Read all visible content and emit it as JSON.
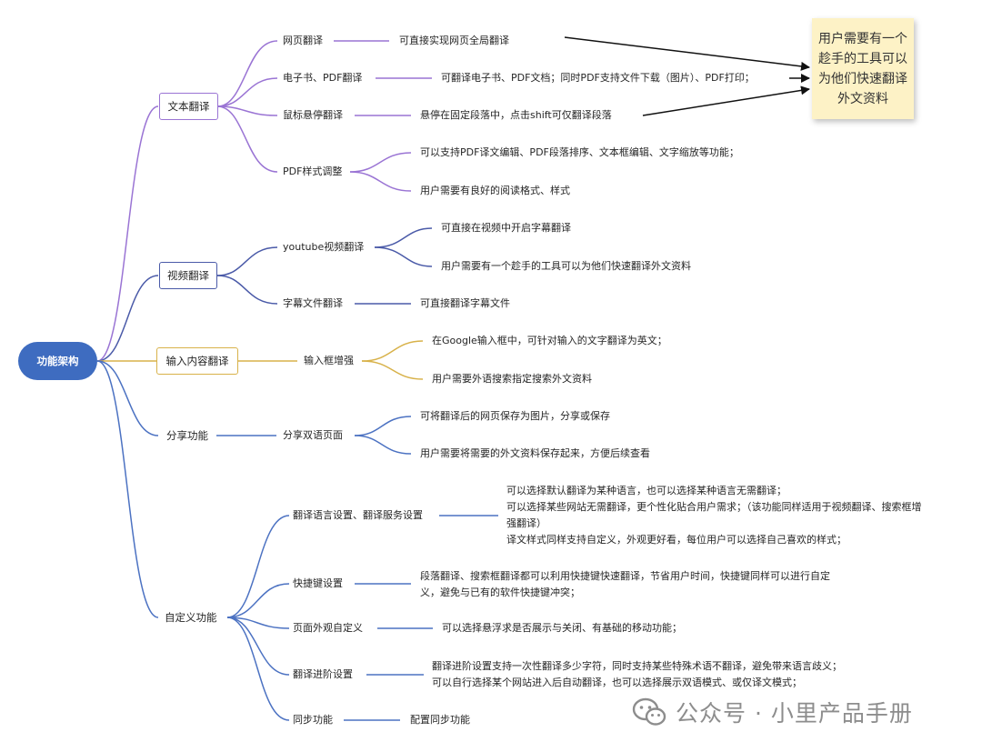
{
  "root": {
    "label": "功能架构"
  },
  "branches": {
    "text": {
      "label": "文本翻译",
      "items": [
        {
          "label": "网页翻译",
          "details": [
            "可直接实现网页全局翻译"
          ]
        },
        {
          "label": "电子书、PDF翻译",
          "details": [
            "可翻译电子书、PDF文档；同时PDF支持文件下载（图片）、PDF打印；"
          ]
        },
        {
          "label": "鼠标悬停翻译",
          "details": [
            "悬停在固定段落中，点击shift可仅翻译段落"
          ]
        },
        {
          "label": "PDF样式调整",
          "details": [
            "可以支持PDF译文编辑、PDF段落排序、文本框编辑、文字缩放等功能；",
            "用户需要有良好的阅读格式、样式"
          ]
        }
      ]
    },
    "video": {
      "label": "视频翻译",
      "items": [
        {
          "label": "youtube视频翻译",
          "details": [
            "可直接在视频中开启字幕翻译",
            "用户需要有一个趁手的工具可以为他们快速翻译外文资料"
          ]
        },
        {
          "label": "字幕文件翻译",
          "details": [
            "可直接翻译字幕文件"
          ]
        }
      ]
    },
    "input": {
      "label": "输入内容翻译",
      "items": [
        {
          "label": "输入框增强",
          "details": [
            "在Google输入框中，可针对输入的文字翻译为英文；",
            "用户需要外语搜索指定搜索外文资料"
          ]
        }
      ]
    },
    "share": {
      "label": "分享功能",
      "items": [
        {
          "label": "分享双语页面",
          "details": [
            "可将翻译后的网页保存为图片，分享或保存",
            "用户需要将需要的外文资料保存起来，方便后续查看"
          ]
        }
      ]
    },
    "custom": {
      "label": "自定义功能",
      "items": [
        {
          "label": "翻译语言设置、翻译服务设置",
          "detail": "可以选择默认翻译为某种语言，也可以选择某种语言无需翻译；\n可以选择某些网站无需翻译，更个性化贴合用户需求；（该功能同样适用于视频翻译、搜索框增\n强翻译）\n译文样式同样支持自定义，外观更好看，每位用户可以选择自己喜欢的样式；"
        },
        {
          "label": "快捷键设置",
          "detail": "段落翻译、搜索框翻译都可以利用快捷键快速翻译，节省用户时间，快捷键同样可以进行自定\n义，避免与已有的软件快捷键冲突；"
        },
        {
          "label": "页面外观自定义",
          "detail": "可以选择悬浮求是否展示与关闭、有基础的移动功能；"
        },
        {
          "label": "翻译进阶设置",
          "detail": "翻译进阶设置支持一次性翻译多少字符，同时支持某些特殊术语不翻译，避免带来语言歧义；\n可以自行选择某个网站进入后自动翻译，也可以选择展示双语模式、或仅译文模式；"
        },
        {
          "label": "同步功能",
          "detail": "配置同步功能"
        }
      ]
    }
  },
  "note": {
    "text": "用户需要有一个\n趁手的工具可以\n为他们快速翻译\n外文资料"
  },
  "watermark": {
    "text": "公众号 · 小里产品手册"
  },
  "colors": {
    "purple": "#9a74d4",
    "navy": "#4a5aa8",
    "gold": "#d8b24a",
    "blue": "#4c72c2",
    "root": "#3e6cc0",
    "note": "#fdf2c6"
  }
}
